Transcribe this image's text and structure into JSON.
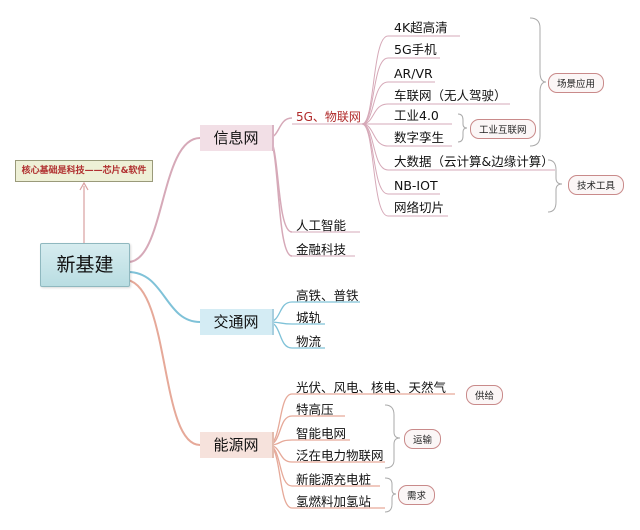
{
  "core_label": "核心基础是科技——芯片&软件",
  "root": "新基建",
  "branches": {
    "info": {
      "label": "信息网",
      "sub_5g": "5G、物联网",
      "items_5g": [
        "4K超高清",
        "5G手机",
        "AR/VR",
        "车联网（无人驾驶）",
        "工业4.0",
        "数字孪生",
        "大数据（云计算&边缘计算）",
        "NB-IOT",
        "网络切片"
      ],
      "others": [
        "人工智能",
        "金融科技"
      ],
      "tags": {
        "scene": "场景应用",
        "industry": "工业互联网",
        "tech": "技术工具"
      }
    },
    "traffic": {
      "label": "交通网",
      "items": [
        "高铁、普铁",
        "城轨",
        "物流"
      ]
    },
    "energy": {
      "label": "能源网",
      "items": [
        "光伏、风电、核电、天然气",
        "特高压",
        "智能电网",
        "泛在电力物联网",
        "新能源充电桩",
        "氢燃料加氢站"
      ],
      "tags": {
        "supply": "供给",
        "transport": "运输",
        "demand": "需求"
      }
    }
  },
  "colors": {
    "info_line": "#d6a9b8",
    "traffic_line": "#7fc2d8",
    "energy_line": "#e6a999",
    "tag_border": "#c98a8a"
  }
}
